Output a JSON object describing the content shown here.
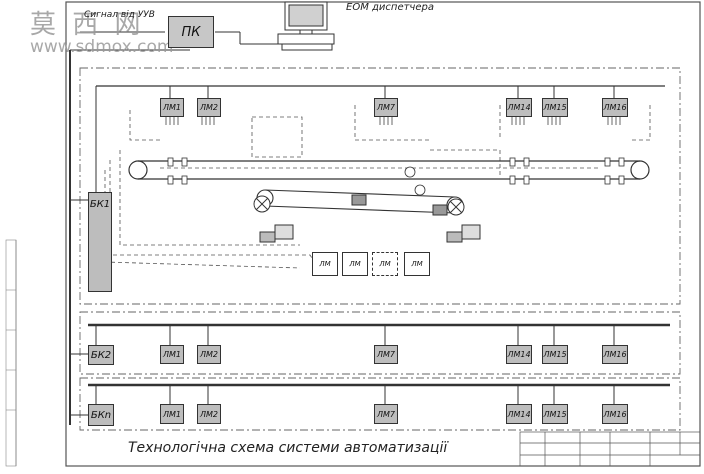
{
  "watermark": {
    "cjk": "莫 西 网",
    "url": "www.sdmox.com"
  },
  "header": {
    "signal": "Сигнал від УУВ",
    "pc": "ПК",
    "computer_label": "ЕОМ диспетчера"
  },
  "blocks": {
    "bk1": "БК1",
    "bk2": "БК2",
    "bkn": "БКn"
  },
  "lm_row": [
    "ЛМ1",
    "ЛМ2",
    "ЛМ7",
    "ЛМ14",
    "ЛМ15",
    "ЛМ16"
  ],
  "aux_lm": [
    "ЛМ",
    "ЛМ",
    "ЛМ",
    "ЛМ"
  ],
  "caption": "Технологічна схема системи автоматизації",
  "colors": {
    "line": "#333333",
    "box_fill": "#bdbdbd",
    "dash": "#666666"
  }
}
